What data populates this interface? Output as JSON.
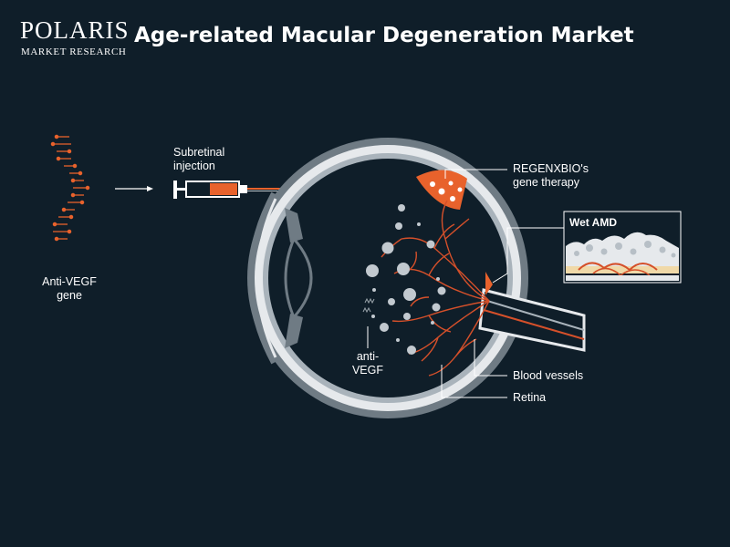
{
  "logo": {
    "name": "POLARIS",
    "sub": "MARKET RESEARCH"
  },
  "title": "Age-related Macular Degeneration Market",
  "labels": {
    "gene": [
      "Anti-VEGF",
      "gene"
    ],
    "injection": [
      "Subretinal",
      "injection"
    ],
    "therapy": [
      "REGENXBIO's",
      "gene therapy"
    ],
    "wet_amd": "Wet AMD",
    "anti_vegf": [
      "anti-",
      "VEGF"
    ],
    "blood_vessels": "Blood vessels",
    "retina": "Retina"
  },
  "colors": {
    "background": "#0f1e29",
    "accent": "#e8622c",
    "vessel": "#d5502a",
    "eye_fill": "#e6e9ec",
    "eye_outline": "#a9b3bb"
  }
}
